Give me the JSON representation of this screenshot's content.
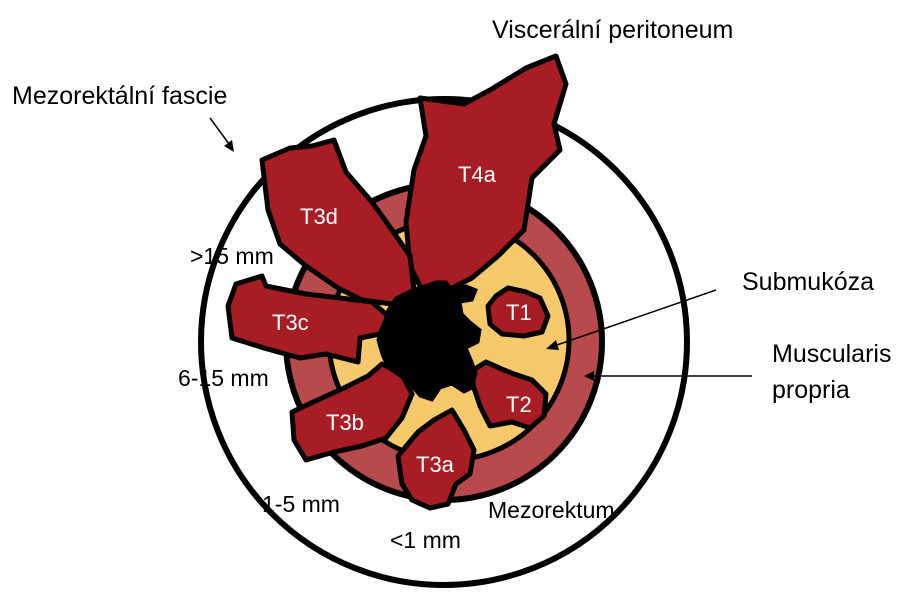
{
  "labels": {
    "visceral_peritoneum": "Viscerální peritoneum",
    "mesorectal_fascia": "Mezorektální fascie",
    "submucosa": "Submukóza",
    "muscularis_line1": "Muscularis",
    "muscularis_line2": "propria",
    "mesorectum": "Mezorektum",
    "dist_gt15": ">15 mm",
    "dist_6_15": "6-15 mm",
    "dist_1_5": "1-5 mm",
    "dist_lt1": "<1 mm"
  },
  "tumors": {
    "t1": "T1",
    "t2": "T2",
    "t3a": "T3a",
    "t3b": "T3b",
    "t3c": "T3c",
    "t3d": "T3d",
    "t4a": "T4a"
  },
  "colors": {
    "outline": "#000000",
    "tumor": "#a81c24",
    "muscularis": "#b84a4e",
    "submucosa": "#f6c96a",
    "background": "#ffffff"
  }
}
